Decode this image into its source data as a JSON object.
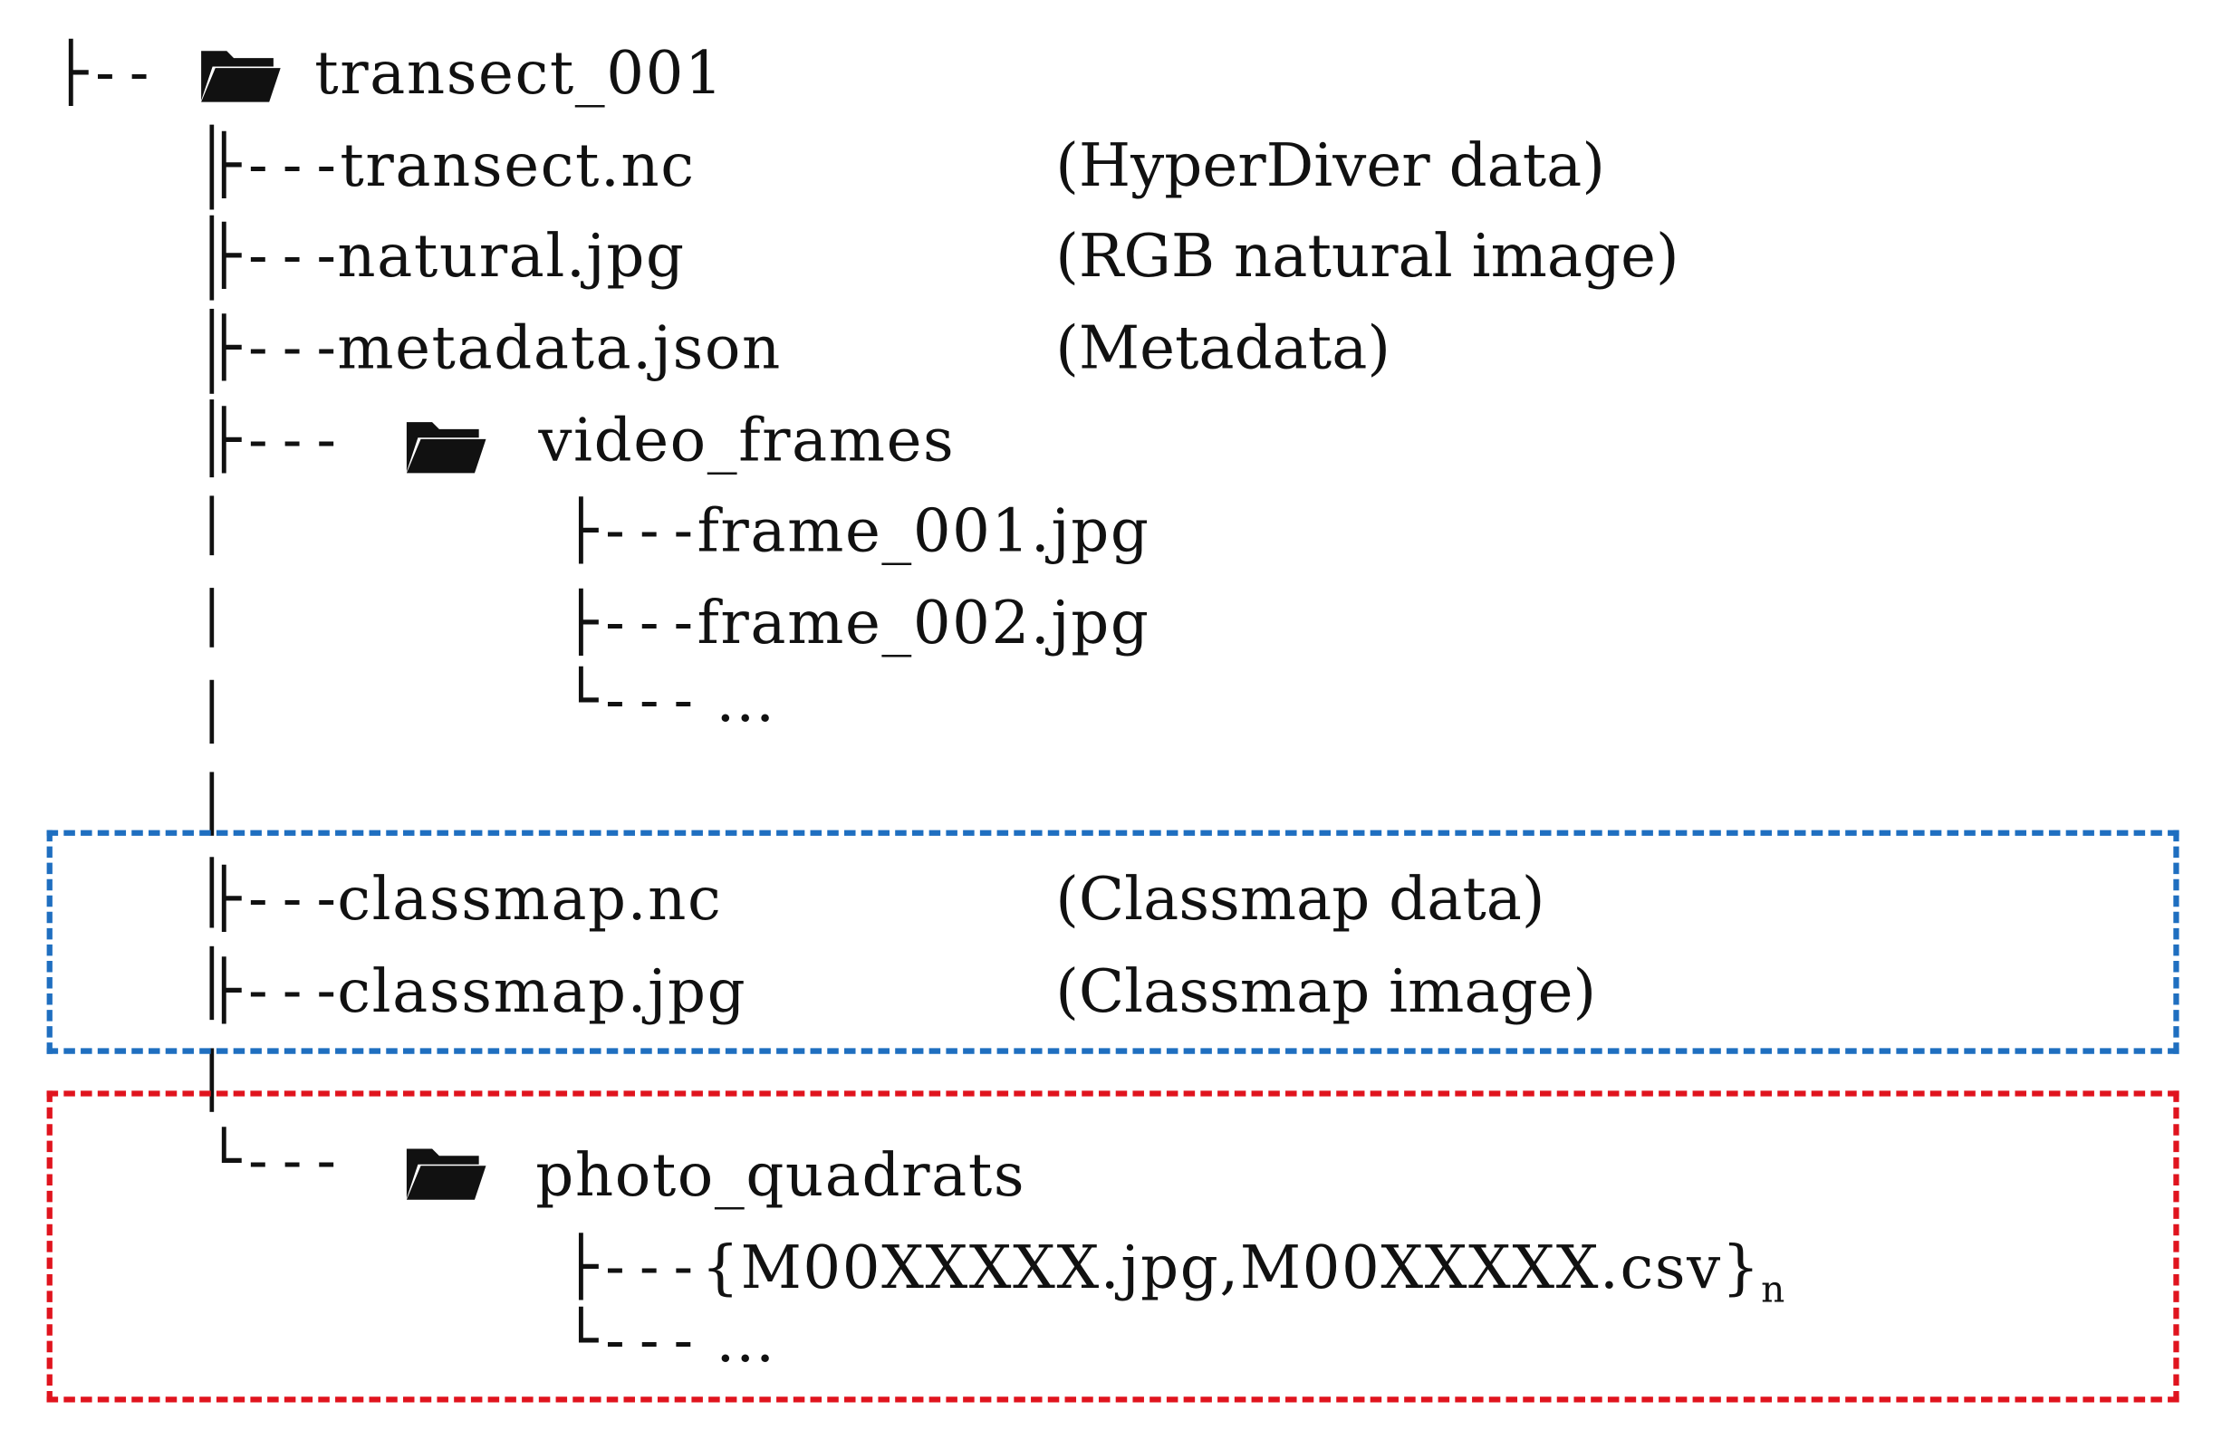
{
  "root": {
    "branch": "├--",
    "name": "transect_001"
  },
  "items": [
    {
      "branch": "├---",
      "name": "transect.nc",
      "desc": "(HyperDiver data)"
    },
    {
      "branch": "├---",
      "name": "natural.jpg",
      "desc": "(RGB natural image)"
    },
    {
      "branch": "├---",
      "name": "metadata.json",
      "desc": "(Metadata)"
    },
    {
      "branch": "├---",
      "name": "video_frames"
    }
  ],
  "frames": [
    {
      "branch": "├---",
      "name": "frame_001.jpg"
    },
    {
      "branch": "├---",
      "name": "frame_002.jpg"
    },
    {
      "branch": "└---",
      "name": "…"
    }
  ],
  "classmap": [
    {
      "branch": "├---",
      "name": "classmap.nc",
      "desc": "(Classmap data)"
    },
    {
      "branch": "├---",
      "name": "classmap.jpg",
      "desc": "(Classmap image)"
    }
  ],
  "quadrats": {
    "branch": "└---",
    "name": "photo_quadrats"
  },
  "quadrat_items": [
    {
      "branch": "├---",
      "name": "{M00XXXXX.jpg,M00XXXXX.csv}",
      "sub": "n"
    },
    {
      "branch": "└---",
      "name": "…"
    }
  ],
  "colors": {
    "blue_box": "#1f6fc0",
    "red_box": "#e0141e"
  }
}
